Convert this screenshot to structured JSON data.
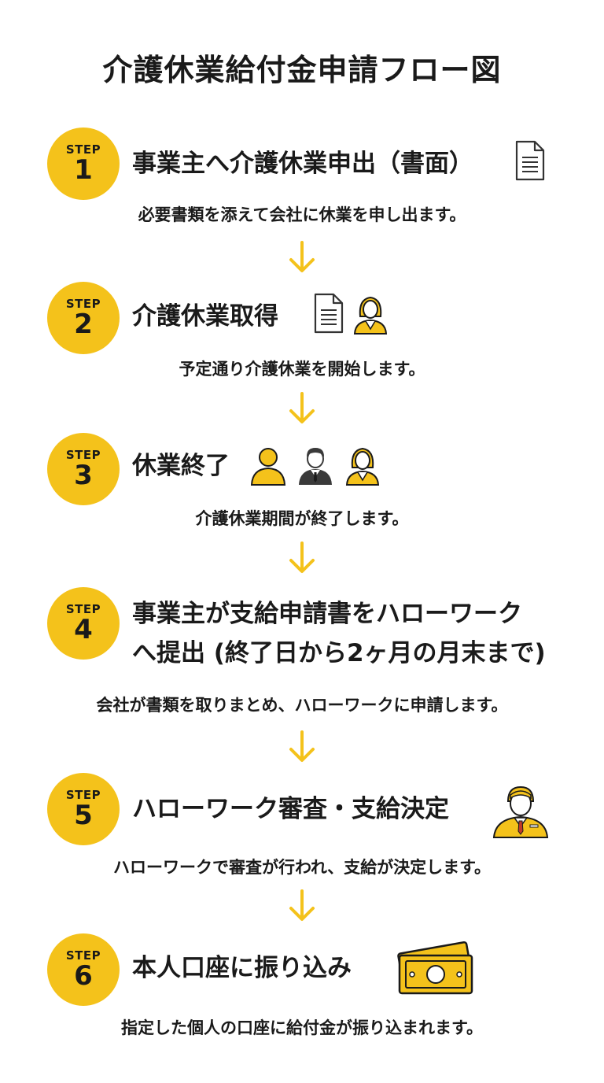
{
  "title": "介護休業給付金申請フロー図",
  "step_label": "STEP",
  "steps": [
    {
      "num": "1",
      "title": "事業主へ介護休業申出（書面）",
      "desc": "必要書類を添えて会社に休業を申し出ます。",
      "icons": [
        "document-icon"
      ]
    },
    {
      "num": "2",
      "title": "介護休業取得",
      "desc": "予定通り介護休業を開始します。",
      "icons": [
        "document-icon",
        "woman-icon"
      ]
    },
    {
      "num": "3",
      "title": "休業終了",
      "desc": "介護休業期間が終了します。",
      "icons": [
        "person-icon",
        "businessman-icon",
        "woman-icon"
      ]
    },
    {
      "num": "4",
      "title_line1": "事業主が支給申請書をハローワーク",
      "title_line2": "へ提出 (終了日から2ヶ月の月末まで)",
      "desc": "会社が書類を取りまとめ、ハローワークに申請します。",
      "icons": []
    },
    {
      "num": "5",
      "title": "ハローワーク審査・支給決定",
      "desc": "ハローワークで審査が行われ、支給が決定します。",
      "icons": [
        "staff-icon"
      ]
    },
    {
      "num": "6",
      "title": "本人口座に振り込み",
      "desc": "指定した個人の口座に給付金が振り込まれます。",
      "icons": [
        "money-icon"
      ]
    }
  ],
  "colors": {
    "accent": "#f4c21b",
    "text": "#1a1a1a",
    "dark_icon": "#3a3a3a"
  }
}
